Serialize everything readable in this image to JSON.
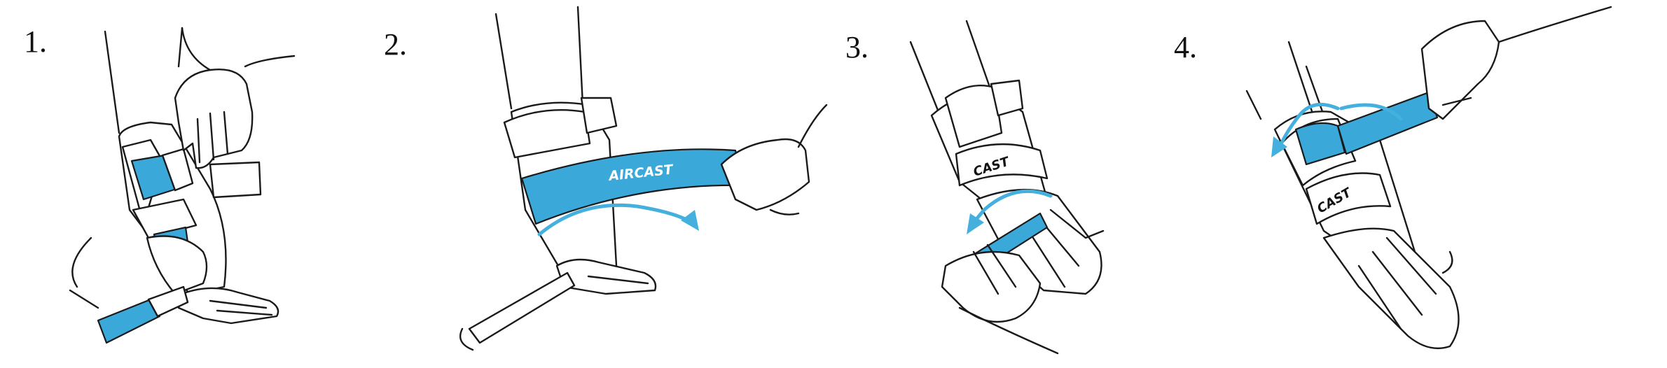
{
  "steps": [
    {
      "label": "1."
    },
    {
      "label": "2."
    },
    {
      "label": "3."
    },
    {
      "label": "4."
    }
  ],
  "brand": {
    "strap_text": "AIRCAST",
    "brace_text_step3": "CAST",
    "brace_text_step4": "CAST"
  },
  "colors": {
    "strap": "#3aa8d8",
    "arrow": "#45b0de",
    "outline": "#1a1a1a",
    "background": "#ffffff"
  },
  "icons": [
    "hand-illustration",
    "wrist-brace",
    "velcro-strap",
    "curved-arrow-icon"
  ]
}
